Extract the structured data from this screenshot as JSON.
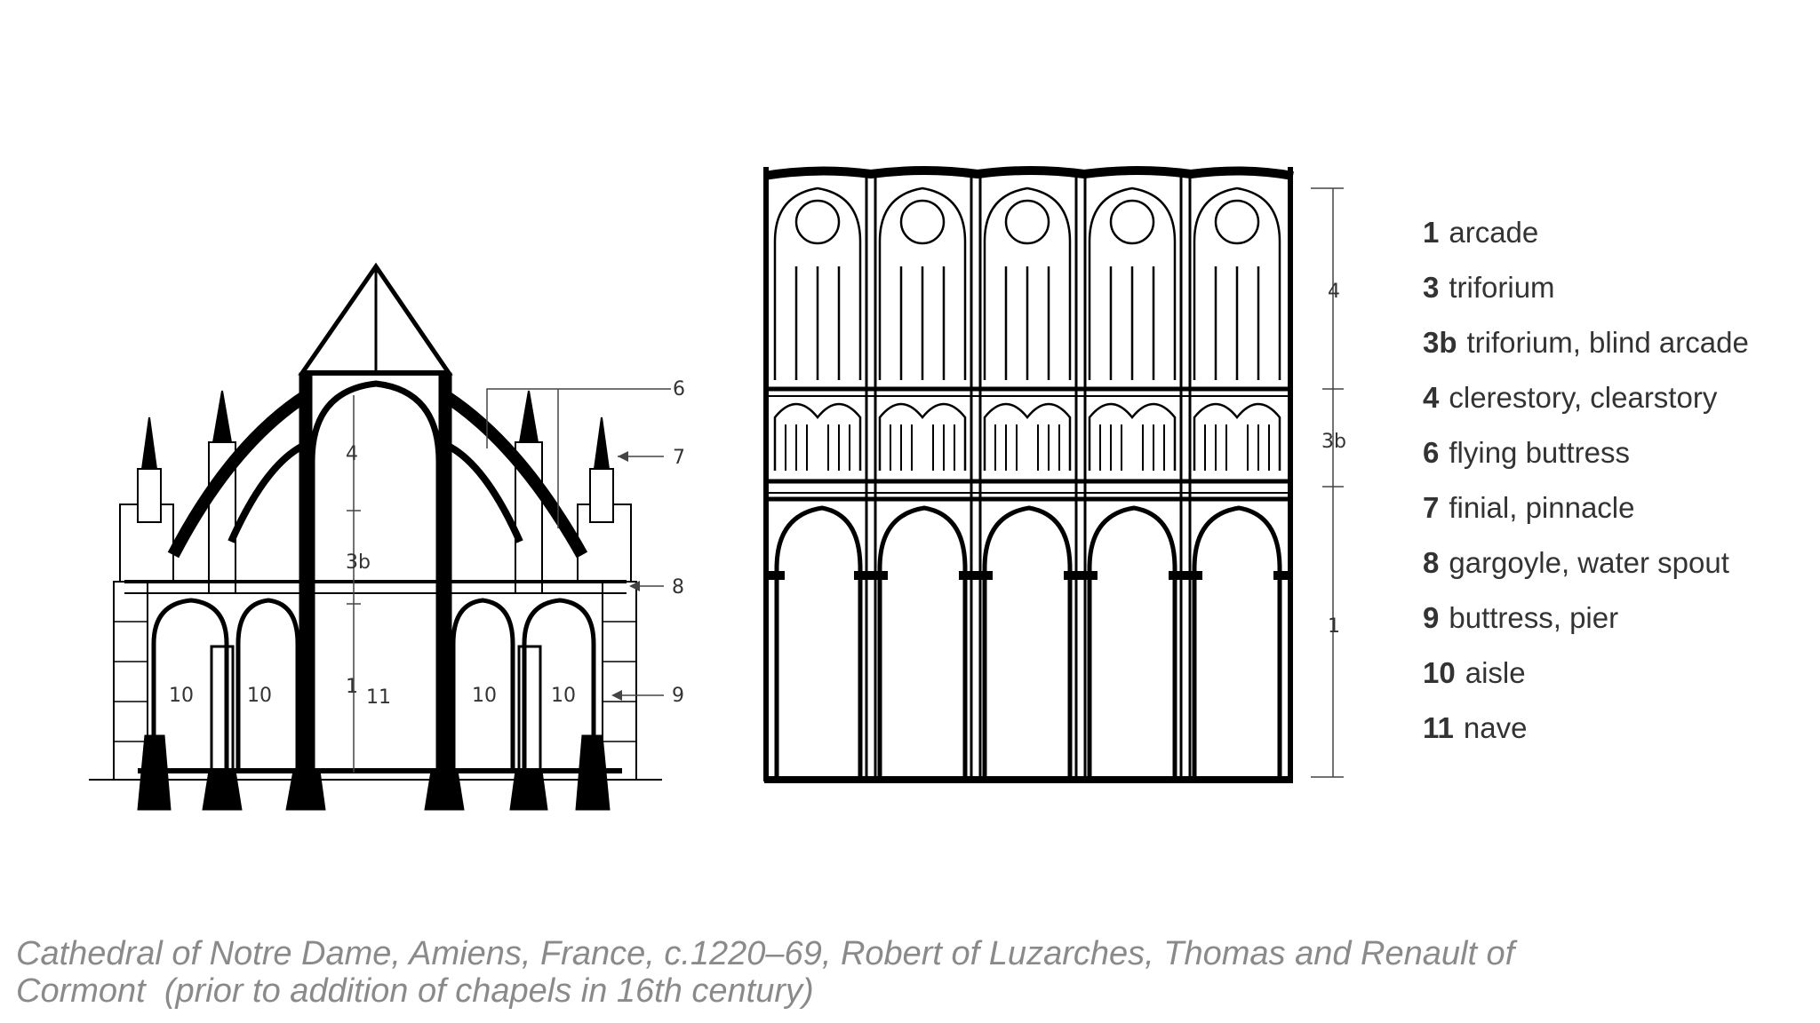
{
  "section_labels": {
    "six": "6",
    "seven": "7",
    "four": "4",
    "three_b": "3b",
    "eight": "8",
    "one": "1",
    "eleven": "11",
    "nine": "9",
    "aisle_a": "10",
    "aisle_b": "10",
    "aisle_c": "10",
    "aisle_d": "10"
  },
  "elevation_labels": {
    "four": "4",
    "three_b": "3b",
    "one": "1"
  },
  "legend": [
    {
      "num": "1",
      "text": "arcade"
    },
    {
      "num": "3",
      "text": "triforium"
    },
    {
      "num": "3b",
      "text": "triforium, blind arcade"
    },
    {
      "num": "4",
      "text": "clerestory, clearstory"
    },
    {
      "num": "6",
      "text": "flying buttress"
    },
    {
      "num": "7",
      "text": "finial, pinnacle"
    },
    {
      "num": "8",
      "text": "gargoyle, water spout"
    },
    {
      "num": "9",
      "text": "buttress, pier"
    },
    {
      "num": "10",
      "text": "aisle"
    },
    {
      "num": "11",
      "text": "nave"
    }
  ],
  "caption": {
    "line1": "Cathedral of Notre Dame, Amiens, France, c.1220–69, Robert of Luzarches, Thomas and Renault of",
    "line2": "Cormont  (prior to addition of chapels in 16th century)"
  }
}
